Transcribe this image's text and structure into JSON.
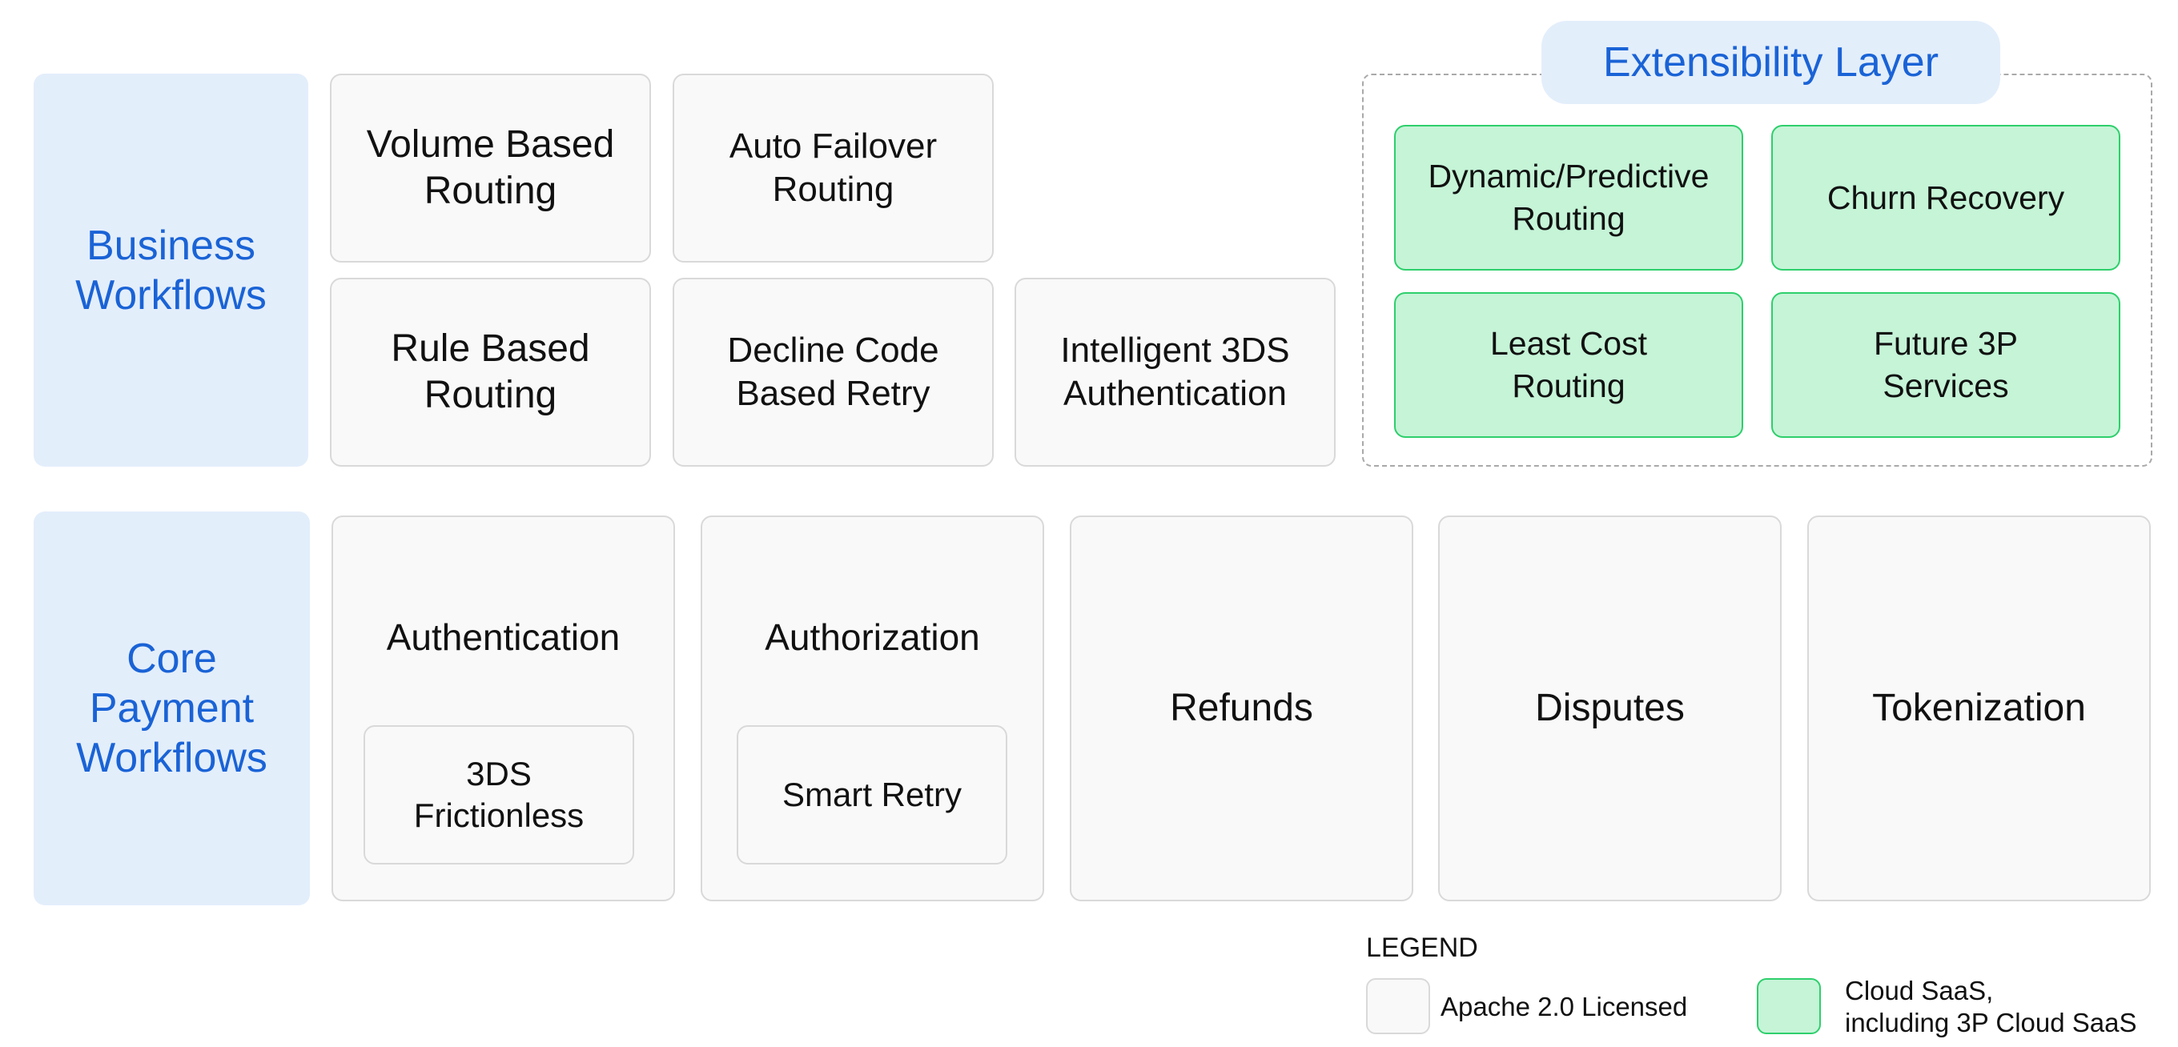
{
  "business_workflows": {
    "label": "Business\nWorkflows",
    "items": [
      "Volume Based\nRouting",
      "Auto Failover\nRouting",
      "Rule Based\nRouting",
      "Decline Code\nBased Retry",
      "Intelligent 3DS\nAuthentication"
    ]
  },
  "extensibility": {
    "title": "Extensibility Layer",
    "items": [
      "Dynamic/Predictive\nRouting",
      "Churn Recovery",
      "Least Cost\nRouting",
      "Future 3P\nServices"
    ]
  },
  "core_payment_workflows": {
    "label": "Core\nPayment\nWorkflows",
    "authentication": {
      "label": "Authentication",
      "sub": "3DS\nFrictionless"
    },
    "authorization": {
      "label": "Authorization",
      "sub": "Smart Retry"
    },
    "items": [
      "Refunds",
      "Disputes",
      "Tokenization"
    ]
  },
  "legend": {
    "title": "LEGEND",
    "open_source": "Apache 2.0 Licensed",
    "cloud": "Cloud SaaS,\nincluding 3P Cloud SaaS"
  },
  "colors": {
    "label_bg": "#e3eefb",
    "label_text": "#1a63d6",
    "box_bg": "#f9f9f9",
    "box_border": "#d9d9d9",
    "saas_bg": "#c5f4d7",
    "saas_border": "#2ecf6c"
  }
}
